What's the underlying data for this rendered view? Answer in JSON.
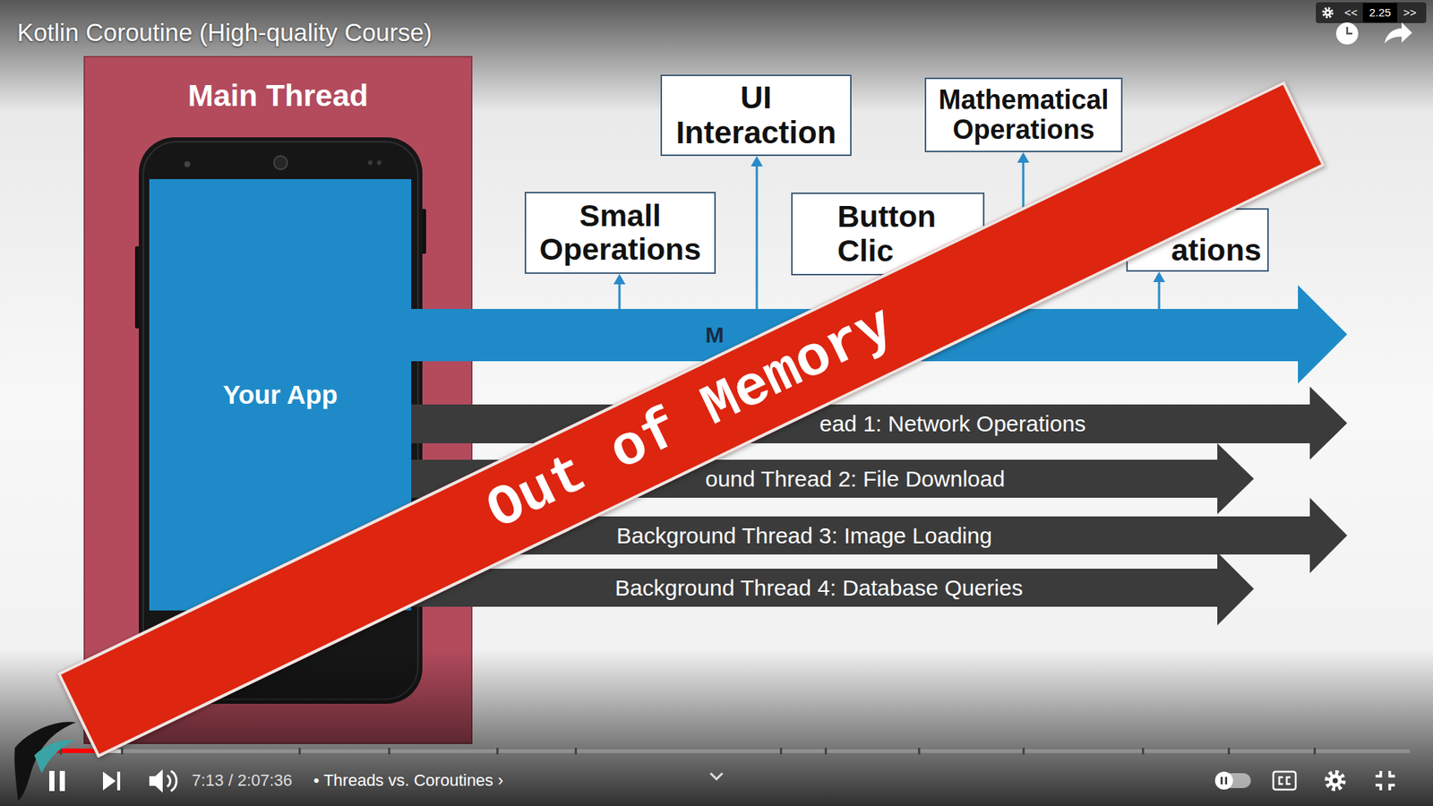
{
  "diagram": {
    "title": "Kotlin Coroutine (High-quality Course)",
    "nodes": [
      {
        "text": [
          "Main Thread"
        ]
      },
      {
        "text": [
          "Your App"
        ],
        "in": 0
      },
      {
        "text": [
          "UI Interaction"
        ]
      },
      {
        "text": [
          "Mathematical Operations"
        ]
      },
      {
        "text": [
          "Small Operations"
        ]
      },
      {
        "text": [
          "Button Clic"
        ]
      },
      {
        "text": [
          "ations"
        ]
      },
      {
        "text": [
          "M"
        ]
      },
      {
        "text": [
          "ead 1: Network Operations"
        ]
      },
      {
        "text": [
          "ound Thread 2: File Download"
        ]
      },
      {
        "text": [
          "Background Thread 3: Image Loading"
        ]
      },
      {
        "text": [
          "Background Thread 4: Database Queries"
        ]
      },
      {
        "text": [
          "Out of Memory"
        ]
      }
    ],
    "edges": [
      {
        "from": 7,
        "to": 4,
        "arrow": "to"
      },
      {
        "from": 7,
        "to": 2,
        "arrow": "to"
      },
      {
        "from": 7,
        "to": 3,
        "arrow": "to"
      },
      {
        "from": 7,
        "to": 6,
        "arrow": "to"
      }
    ],
    "labels": [
      "<<",
      "2.25",
      ">>",
      "7:13 / 2:07:36",
      "• Threads vs. Coroutines ›"
    ]
  }
}
